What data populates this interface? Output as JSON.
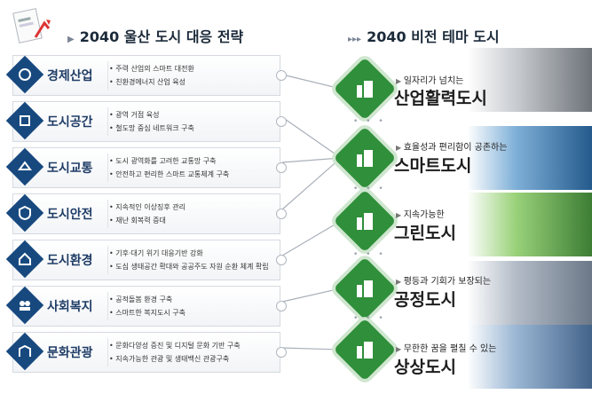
{
  "left_header": "2040 울산 도시 대응 전략",
  "right_header": "2040 비전 테마 도시",
  "categories": [
    {
      "label": "경제산업",
      "bullets": [
        "주력 산업의 스마트 대전환",
        "친환경에너지 산업 육성"
      ]
    },
    {
      "label": "도시공간",
      "bullets": [
        "광역 거점 육성",
        "철도망 중심 네트워크 구축"
      ]
    },
    {
      "label": "도시교통",
      "bullets": [
        "도시 광역화를 고려한 교통망 구축",
        "안전하고 편리한 스마트 교통체계 구축"
      ]
    },
    {
      "label": "도시안전",
      "bullets": [
        "지속적인 이상징후 관리",
        "재난 회복력 증대"
      ]
    },
    {
      "label": "도시환경",
      "bullets": [
        "기후·대기 위기 대응기반 강화",
        "도심 생태공간 확대와 공공주도 자원 순환 체계 확립"
      ]
    },
    {
      "label": "사회복지",
      "bullets": [
        "공적돌봄 환경 구축",
        "스마트한 복지도시 구축"
      ]
    },
    {
      "label": "문화관광",
      "bullets": [
        "문화다양성 증진 및 디지털 문화 기반 구축",
        "지속가능한 관광 및 생태백신 관광구축"
      ]
    }
  ],
  "themes": [
    {
      "sub": "일자리가 넘치는",
      "main": "산업활력도시"
    },
    {
      "sub": "효율성과 편리함이 공존하는",
      "main": "스마트도시"
    },
    {
      "sub": "지속가능한",
      "main": "그린도시"
    },
    {
      "sub": "평등과 기회가 보장되는",
      "main": "공정도시"
    },
    {
      "sub": "무한한 꿈을 펼칠 수 있는",
      "main": "상상도시"
    }
  ],
  "colors": {
    "category_icon": "#17497f",
    "theme_icon": "#2f8f3a",
    "connector": "#a9b0ba"
  },
  "icons": [
    "report-icon",
    "building-icon"
  ]
}
